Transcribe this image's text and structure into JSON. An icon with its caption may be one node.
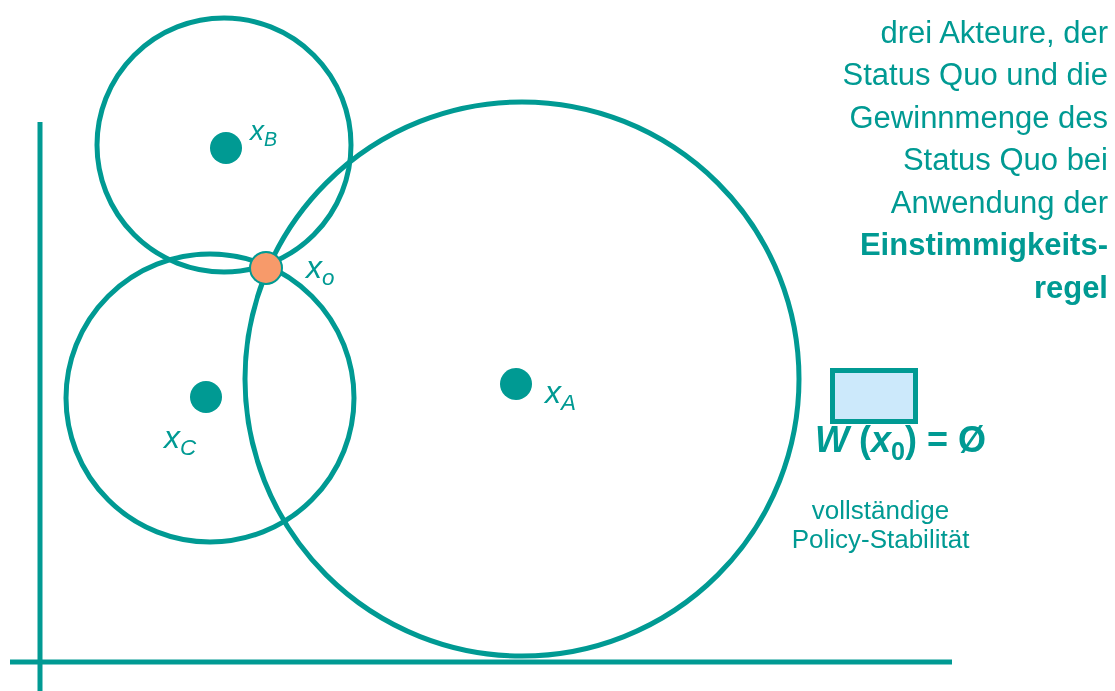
{
  "diagram": {
    "labels": [
      "drei Akteure, der Status Quo und die Gewinnmenge des Status Quo bei Anwendung der **Einstimmigkeits-regel**",
      "x$_{B}$",
      "x$_{o}$",
      "x$_{C}$",
      "x$_{A}$",
      "vollständige Policy-Stabilität"
    ],
    "legend": [
      {
        "text": "*W* (*x*$_{0}$) = Ø",
        "color": "#cce9fb"
      }
    ]
  }
}
